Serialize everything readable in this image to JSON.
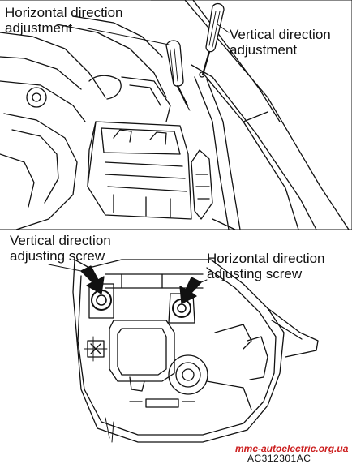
{
  "top_figure": {
    "horizontal_label_line1": "Horizontal direction",
    "horizontal_label_line2": "adjustment",
    "vertical_label_line1": "Vertical direction",
    "vertical_label_line2": "adjustment"
  },
  "bottom_figure": {
    "vertical_screw_label_line1": "Vertical direction",
    "vertical_screw_label_line2": "adjusting screw",
    "horizontal_screw_label_line1": "Horizontal direction",
    "horizontal_screw_label_line2": "adjusting screw"
  },
  "figure_code": "AC312301AC",
  "watermark": "mmc-autoelectric.org.ua",
  "colors": {
    "line": "#111111",
    "watermark": "#cc1f1f",
    "background": "#ffffff"
  }
}
